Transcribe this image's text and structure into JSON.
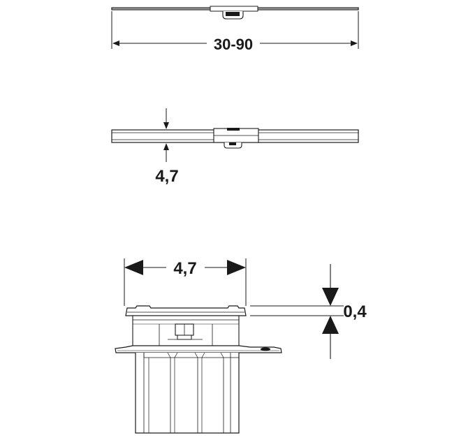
{
  "dimensions": {
    "top_length": "30-90",
    "middle_height": "4,7",
    "bottom_width": "4,7",
    "bottom_offset": "0,4"
  },
  "colors": {
    "line": "#1a1a1a",
    "background": "#ffffff"
  }
}
